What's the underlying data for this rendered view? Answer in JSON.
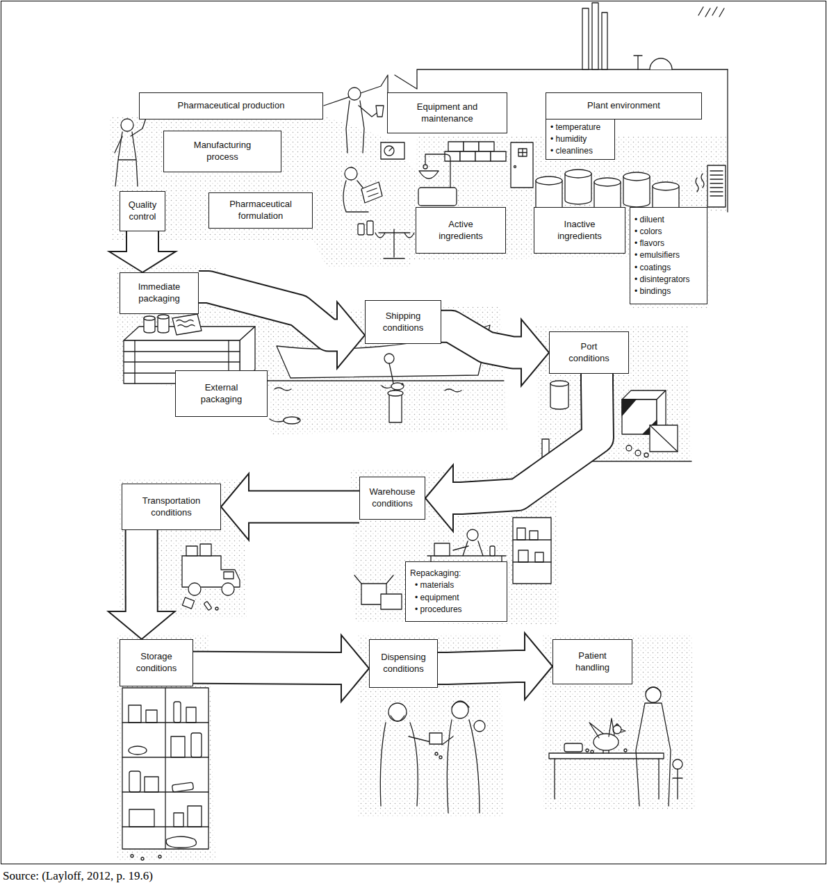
{
  "diagram": {
    "caption": "Source: (Layloff, 2012, p. 19.6)",
    "nodes": [
      {
        "text": [
          "Pharmaceutical production"
        ]
      },
      {
        "text": [
          "Equipment and maintenance"
        ]
      },
      {
        "text": [
          "Plant environment"
        ]
      },
      {
        "text": [
          "• temperature",
          "• humidity",
          "• cleanlines"
        ]
      },
      {
        "text": [
          "Manufacturing process"
        ]
      },
      {
        "text": [
          "Quality control"
        ]
      },
      {
        "text": [
          "Pharmaceutical formulation"
        ]
      },
      {
        "text": [
          "Active ingredients"
        ]
      },
      {
        "text": [
          "Inactive ingredients"
        ]
      },
      {
        "text": [
          "• diluent",
          "• colors",
          "• flavors",
          "• emulsifiers",
          "• coatings",
          "• disintegrators",
          "• bindings"
        ]
      },
      {
        "text": [
          "Immediate packaging"
        ]
      },
      {
        "text": [
          "External packaging"
        ]
      },
      {
        "text": [
          "Shipping conditions"
        ]
      },
      {
        "text": [
          "Port conditions"
        ]
      },
      {
        "text": [
          "Warehouse conditions"
        ]
      },
      {
        "text": [
          "Repackaging:",
          "• materials",
          "• equipment",
          "• procedures"
        ]
      },
      {
        "text": [
          "Transportation conditions"
        ]
      },
      {
        "text": [
          "Storage conditions"
        ]
      },
      {
        "text": [
          "Dispensing conditions"
        ]
      },
      {
        "text": [
          "Patient handling"
        ]
      }
    ],
    "edges": [
      {
        "from": 5,
        "to": 10,
        "arrow": "to"
      },
      {
        "from": 10,
        "to": 12,
        "arrow": "to"
      },
      {
        "from": 12,
        "to": 13,
        "arrow": "to"
      },
      {
        "from": 13,
        "to": 14,
        "arrow": "to"
      },
      {
        "from": 14,
        "to": 16,
        "arrow": "to"
      },
      {
        "from": 16,
        "to": 17,
        "arrow": "to"
      },
      {
        "from": 17,
        "to": 18,
        "arrow": "to"
      },
      {
        "from": 18,
        "to": 19,
        "arrow": "to"
      }
    ]
  }
}
